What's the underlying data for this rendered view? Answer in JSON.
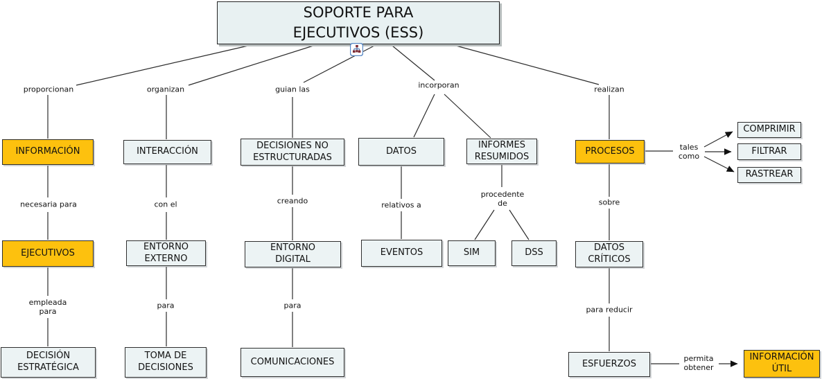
{
  "app": {
    "type": "concept map",
    "background": "#ffffff"
  },
  "colors": {
    "node_fill": "#ecf3f4",
    "node_border": "#2e2e2e",
    "accent_fill": "#fdc10e",
    "title_fill": "#e8f1f2",
    "line": "#2b2b2b",
    "text": "#111111",
    "icon_border_blue": "#5b8ac6",
    "icon_square_maroon": "#7c2a33"
  },
  "title": {
    "label": "SOPORTE PARA\nEJECUTIVOS (ESS)"
  },
  "icon": {
    "name": "nested-concept-map-icon"
  },
  "nodes": [
    {
      "id": "informacion",
      "label": "INFORMACIÓN",
      "style": "accent"
    },
    {
      "id": "interaccion",
      "label": "INTERACCIÓN",
      "style": "light"
    },
    {
      "id": "decisiones-no-estructuradas",
      "label": "DECISIONES NO\nESTRUCTURADAS",
      "style": "light"
    },
    {
      "id": "datos",
      "label": "DATOS",
      "style": "light"
    },
    {
      "id": "informes-resumidos",
      "label": "INFORMES\nRESUMIDOS",
      "style": "light"
    },
    {
      "id": "procesos",
      "label": "PROCESOS",
      "style": "accent"
    },
    {
      "id": "comprimir",
      "label": "COMPRIMIR",
      "style": "light"
    },
    {
      "id": "filtrar",
      "label": "FILTRAR",
      "style": "light"
    },
    {
      "id": "rastrear",
      "label": "RASTREAR",
      "style": "light"
    },
    {
      "id": "ejecutivos",
      "label": "EJECUTIVOS",
      "style": "accent"
    },
    {
      "id": "entorno-externo",
      "label": "ENTORNO\nEXTERNO",
      "style": "light"
    },
    {
      "id": "entorno-digital",
      "label": "ENTORNO\nDIGITAL",
      "style": "light"
    },
    {
      "id": "eventos",
      "label": "EVENTOS",
      "style": "light"
    },
    {
      "id": "sim",
      "label": "SIM",
      "style": "light"
    },
    {
      "id": "dss",
      "label": "DSS",
      "style": "light"
    },
    {
      "id": "datos-criticos",
      "label": "DATOS\nCRÍTICOS",
      "style": "light"
    },
    {
      "id": "decision-estrategica",
      "label": "DECISIÓN\nESTRATÉGICA",
      "style": "light"
    },
    {
      "id": "toma-de-decisiones",
      "label": "TOMA DE\nDECISIONES",
      "style": "light"
    },
    {
      "id": "comunicaciones",
      "label": "COMUNICACIONES",
      "style": "light"
    },
    {
      "id": "esfuerzos",
      "label": "ESFUERZOS",
      "style": "light"
    },
    {
      "id": "informacion-util",
      "label": "INFORMACIÓN\nÚTIL",
      "style": "accent"
    }
  ],
  "link_labels": [
    {
      "id": "proporcionan",
      "text": "proporcionan"
    },
    {
      "id": "organizan",
      "text": "organizan"
    },
    {
      "id": "guian-las",
      "text": "guian las"
    },
    {
      "id": "incorporan",
      "text": "incorporan"
    },
    {
      "id": "realizan",
      "text": "realizan"
    },
    {
      "id": "necesaria-para",
      "text": "necesaria para"
    },
    {
      "id": "con-el",
      "text": "con el"
    },
    {
      "id": "creando",
      "text": "creando"
    },
    {
      "id": "relativos-a",
      "text": "relativos a"
    },
    {
      "id": "procedente-de",
      "text": "procedente\nde"
    },
    {
      "id": "sobre",
      "text": "sobre"
    },
    {
      "id": "empleada-para",
      "text": "empleada\npara"
    },
    {
      "id": "para-entorno",
      "text": "para"
    },
    {
      "id": "para-comunicaciones",
      "text": "para"
    },
    {
      "id": "para-reducir",
      "text": "para reducir"
    },
    {
      "id": "tales-como",
      "text": "tales\ncomo"
    },
    {
      "id": "permita-obtener",
      "text": "permita\nobtener"
    }
  ]
}
